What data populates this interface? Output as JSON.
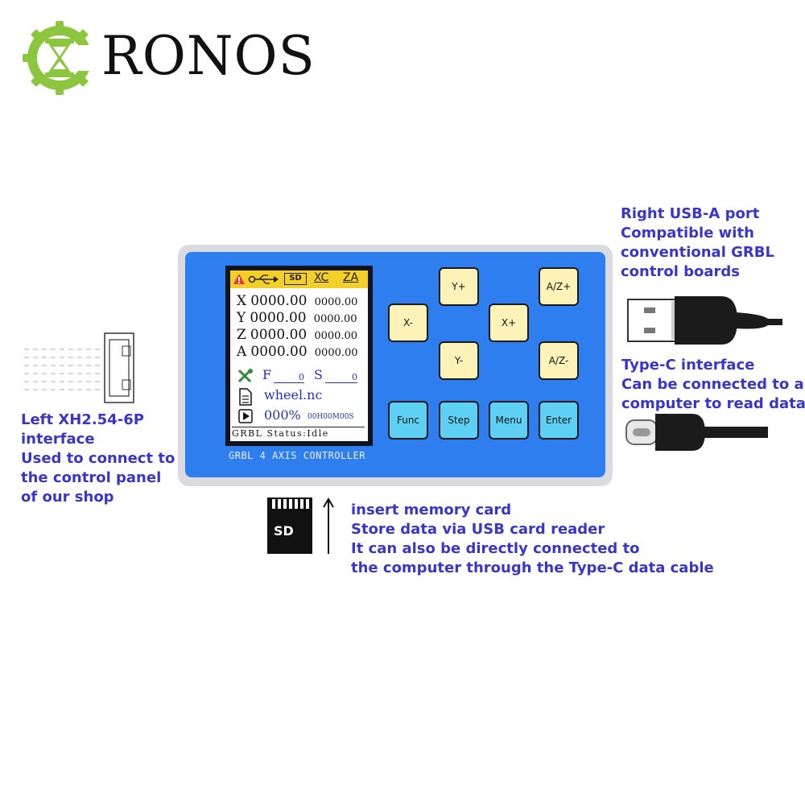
{
  "logo": {
    "text": "RONOS",
    "colors": {
      "gear": "#8cc63f",
      "text": "#111111"
    }
  },
  "notes": {
    "usb_a": [
      "Right USB-A port",
      "Compatible with",
      "conventional GRBL",
      "control boards"
    ],
    "type_c": [
      "Type-C interface",
      "Can be connected to a",
      "computer to read data"
    ],
    "xh": [
      "Left XH2.54-6P",
      "interface",
      "Used to connect to",
      "the control panel",
      "of our shop"
    ],
    "sd": [
      "insert memory card",
      "Store data via USB card reader",
      "It can also be directly connected to",
      "the computer through the Type-C data cable"
    ],
    "color": "#3a35c9"
  },
  "sd_card": {
    "label": "SD"
  },
  "device": {
    "label": "GRBL 4 AXIS CONTROLLER",
    "body_color": "#2f7ef0",
    "lcd": {
      "status_icons": [
        "warning-icon",
        "usb-icon",
        "sd-icon",
        "xc-icon",
        "za-icon"
      ],
      "top_labels": {
        "sd": "SD",
        "xc": "XC",
        "za": "ZA"
      },
      "axes": [
        {
          "label": "X",
          "work": "0000.00",
          "machine": "0000.00"
        },
        {
          "label": "Y",
          "work": "0000.00",
          "machine": "0000.00"
        },
        {
          "label": "Z",
          "work": "0000.00",
          "machine": "0000.00"
        },
        {
          "label": "A",
          "work": "0000.00",
          "machine": "0000.00"
        }
      ],
      "feed_label": "F",
      "feed_value": "0",
      "spindle_label": "S",
      "spindle_value": "0",
      "file": "wheel.nc",
      "progress": "000%",
      "time": "00H00M00S",
      "status": "GRBL Status:Idle"
    },
    "keys": {
      "y_plus": "Y+",
      "x_minus": "X-",
      "x_plus": "X+",
      "y_minus": "Y-",
      "az_plus": "A/Z+",
      "az_minus": "A/Z-",
      "func": "Func",
      "step": "Step",
      "menu": "Menu",
      "enter": "Enter"
    }
  }
}
